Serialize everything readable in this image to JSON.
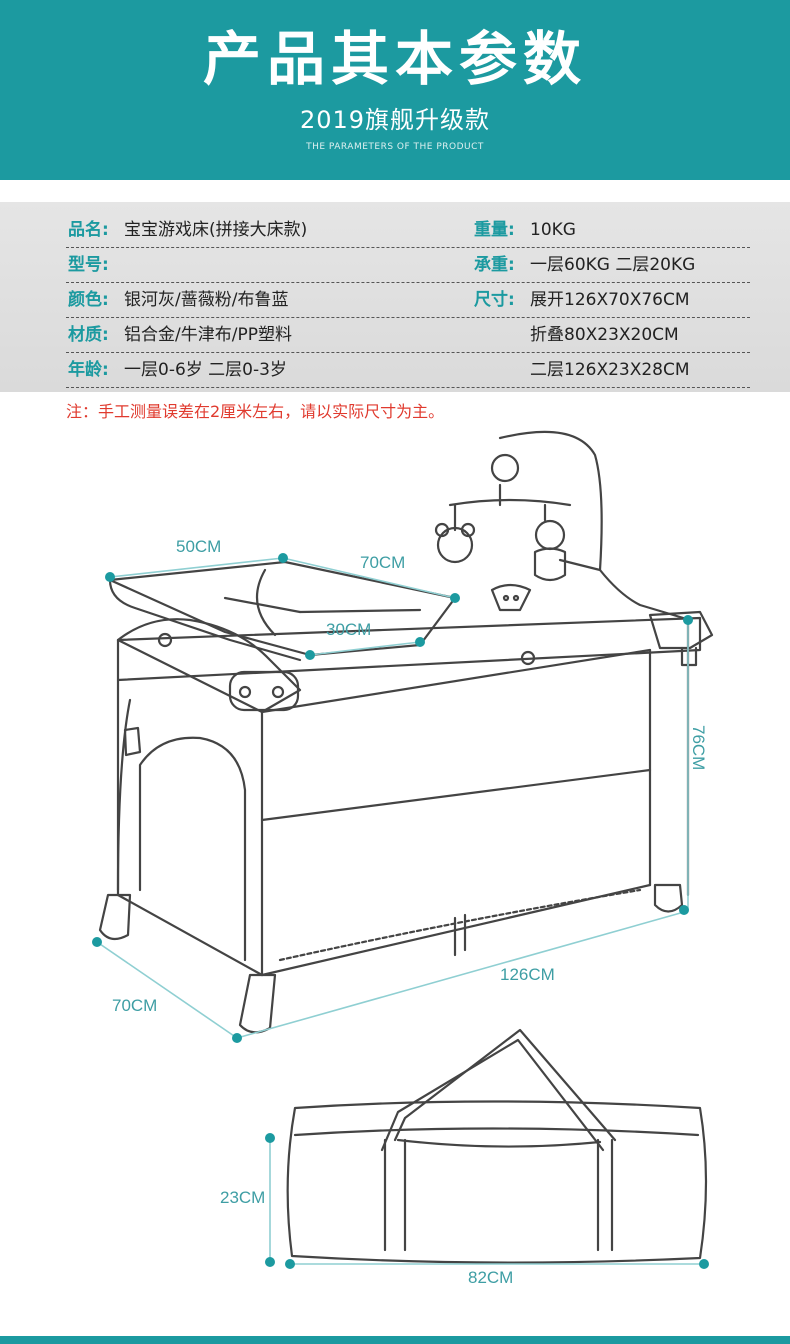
{
  "banner": {
    "title": "产品其本参数",
    "subtitle": "2019旗舰升级款",
    "subtitle_en": "THE PARAMETERS OF THE PRODUCT"
  },
  "specs": {
    "rows": [
      {
        "left_label": "品名:",
        "left_value": "宝宝游戏床(拼接大床款)",
        "right_label": "重量:",
        "right_value": "10KG"
      },
      {
        "left_label": "型号:",
        "left_value": "",
        "right_label": "承重:",
        "right_value": "一层60KG 二层20KG"
      },
      {
        "left_label": "颜色:",
        "left_value": "银河灰/蔷薇粉/布鲁蓝",
        "right_label": "尺寸:",
        "right_value": "展开126X70X76CM"
      },
      {
        "left_label": "材质:",
        "left_value": "铝合金/牛津布/PP塑料",
        "right_label": "",
        "right_value": "折叠80X23X20CM"
      },
      {
        "left_label": "年龄:",
        "left_value": "一层0-6岁 二层0-3岁",
        "right_label": "",
        "right_value": "二层126X23X28CM"
      }
    ],
    "note": "注：手工测量误差在2厘米左右，请以实际尺寸为主。"
  },
  "dimensions": {
    "changer_width": "50CM",
    "changer_length": "70CM",
    "changer_depth": "30CM",
    "height": "76CM",
    "crib_length": "126CM",
    "crib_width": "70CM",
    "bag_height": "23CM",
    "bag_length": "82CM"
  },
  "colors": {
    "accent": "#1c9aa0",
    "dimension": "#3e9ea4",
    "note": "#e03a2e",
    "line": "#444444"
  }
}
